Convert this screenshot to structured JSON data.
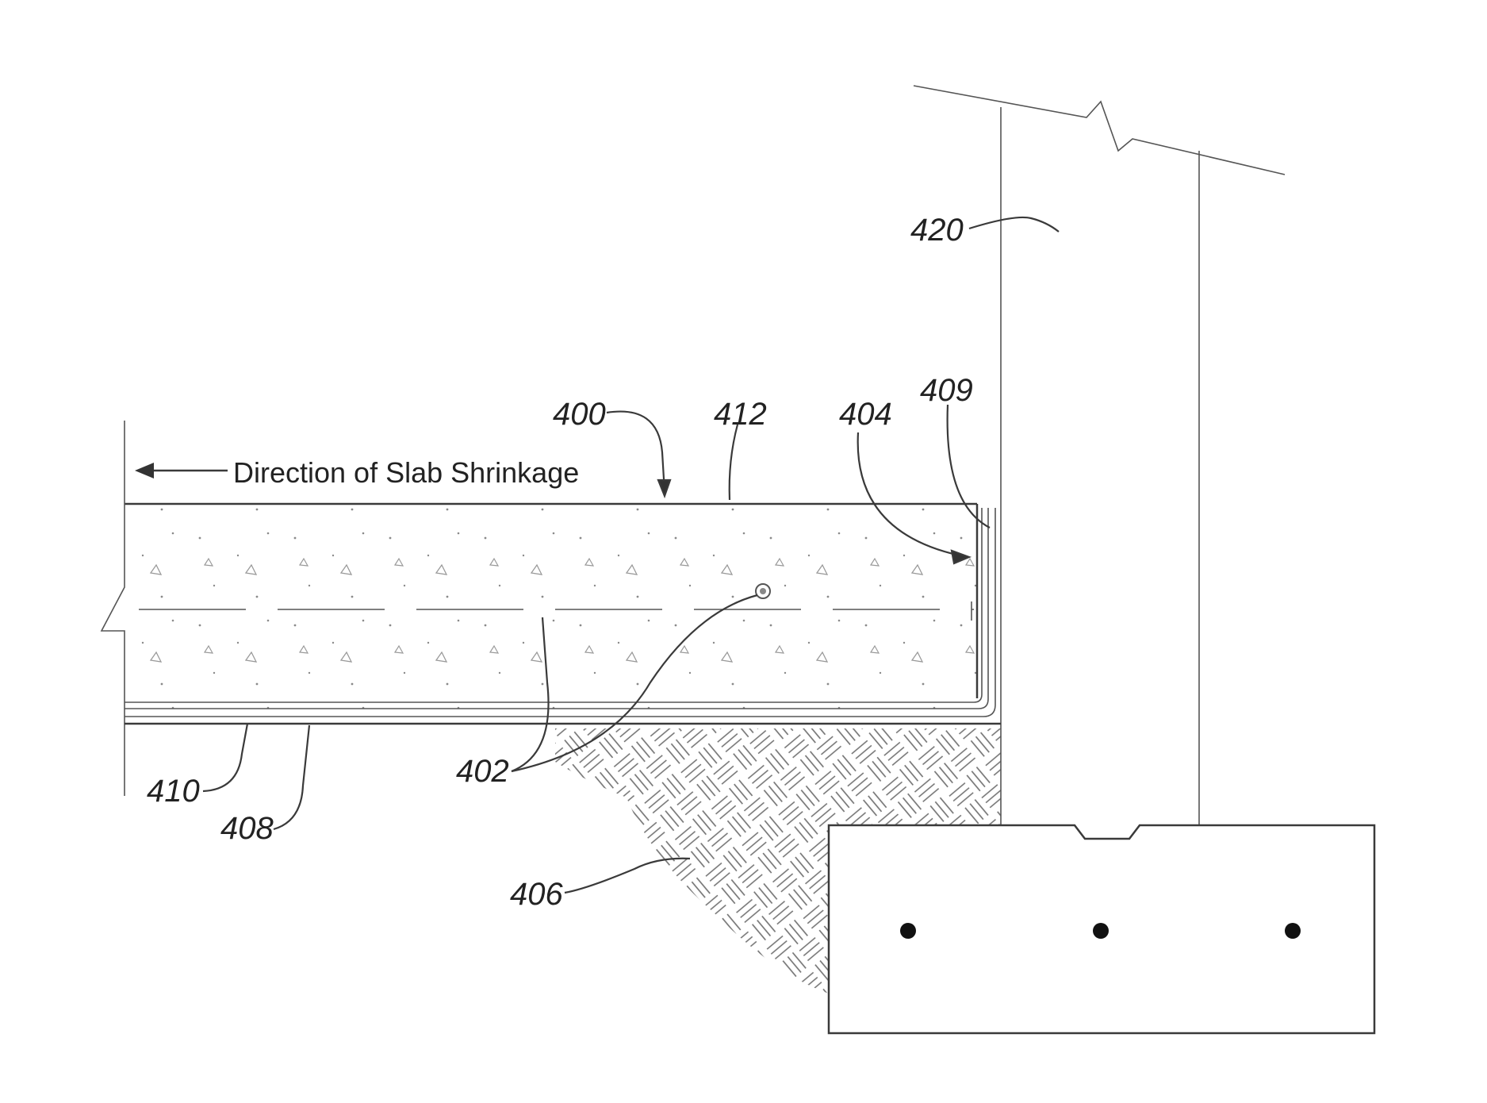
{
  "figure": {
    "caption_text": "Direction of Slab Shrinkage",
    "labels": {
      "slab": "400",
      "rebar": "402",
      "edge_return": "404",
      "soil": "406",
      "lower_layer": "408",
      "corner_layer": "409",
      "membrane": "410",
      "top_surface": "412",
      "wall": "420"
    }
  }
}
